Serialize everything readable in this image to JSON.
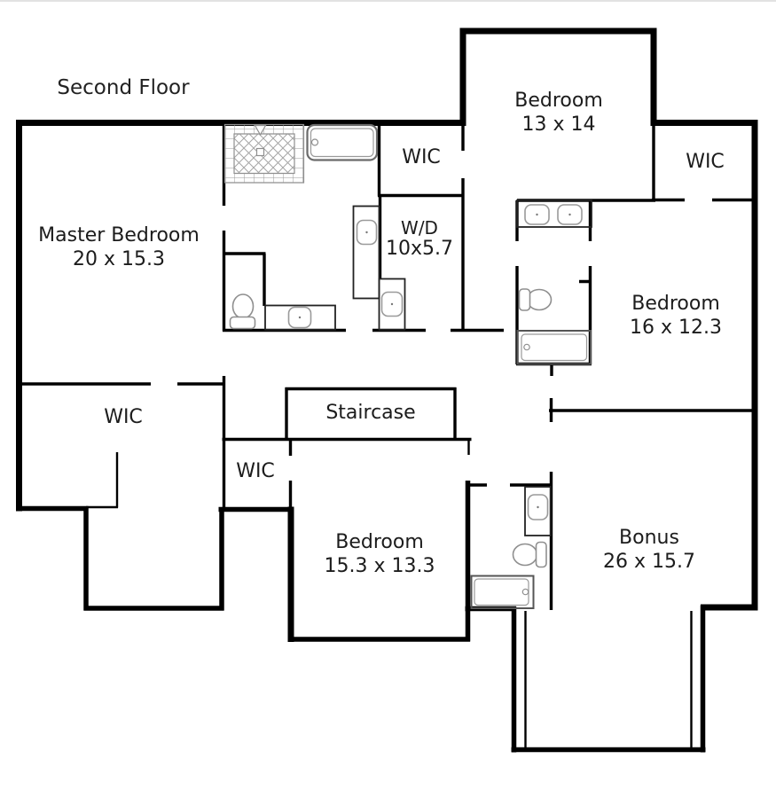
{
  "title": "Second Floor",
  "colors": {
    "wall": "#000000",
    "fixture_gray": "#8f8f8f",
    "fixture_dark": "#666666",
    "text": "#1c1c1c",
    "background": "#ffffff"
  },
  "rooms": {
    "master_bedroom": {
      "name": "Master Bedroom",
      "dims": "20 x 15.3"
    },
    "bedroom_13x14": {
      "name": "Bedroom",
      "dims": "13 x 14"
    },
    "bedroom_16x12": {
      "name": "Bedroom",
      "dims": "16 x 12.3"
    },
    "bedroom_15x13": {
      "name": "Bedroom",
      "dims": "15.3 x 13.3"
    },
    "bonus": {
      "name": "Bonus",
      "dims": "26 x 15.7"
    },
    "laundry": {
      "name": "W/D",
      "dims": "10x5.7"
    },
    "staircase": {
      "name": "Staircase"
    }
  },
  "closets": {
    "wic_master": {
      "label": "WIC"
    },
    "wic_small": {
      "label": "WIC"
    },
    "wic_bedroom13": {
      "label": "WIC"
    },
    "wic_right": {
      "label": "WIC"
    }
  },
  "fixtures": {
    "tiled-shower-icon": "square pan with tile border and crosshatch floor",
    "bathtub-icon": "rounded rectangle tub with faucet dot",
    "toilet-icon": "oval bowl with rounded tank",
    "sink-icon": "rounded square basin with center drain dot",
    "double-vanity-icon": "counter with two basins"
  }
}
